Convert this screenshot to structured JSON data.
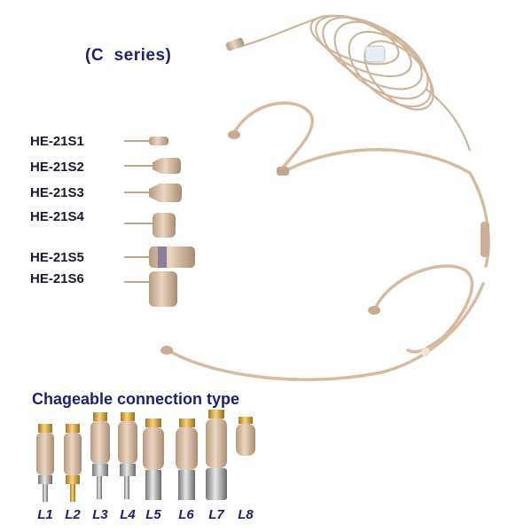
{
  "series_title": "(C  series)",
  "models": [
    "HE-21S1",
    "HE-21S2",
    "HE-21S3",
    "HE-21S4",
    "HE-21S5",
    "HE-21S6"
  ],
  "connection_title": "Chageable connection type",
  "connectors": [
    "L1",
    "L2",
    "L3",
    "L4",
    "L5",
    "L6",
    "L7",
    "L8"
  ],
  "colors": {
    "title": "#1f1f6e",
    "beige": "#dcc3a8",
    "metal": "#a9a9a9",
    "gold": "#d7a83b"
  }
}
